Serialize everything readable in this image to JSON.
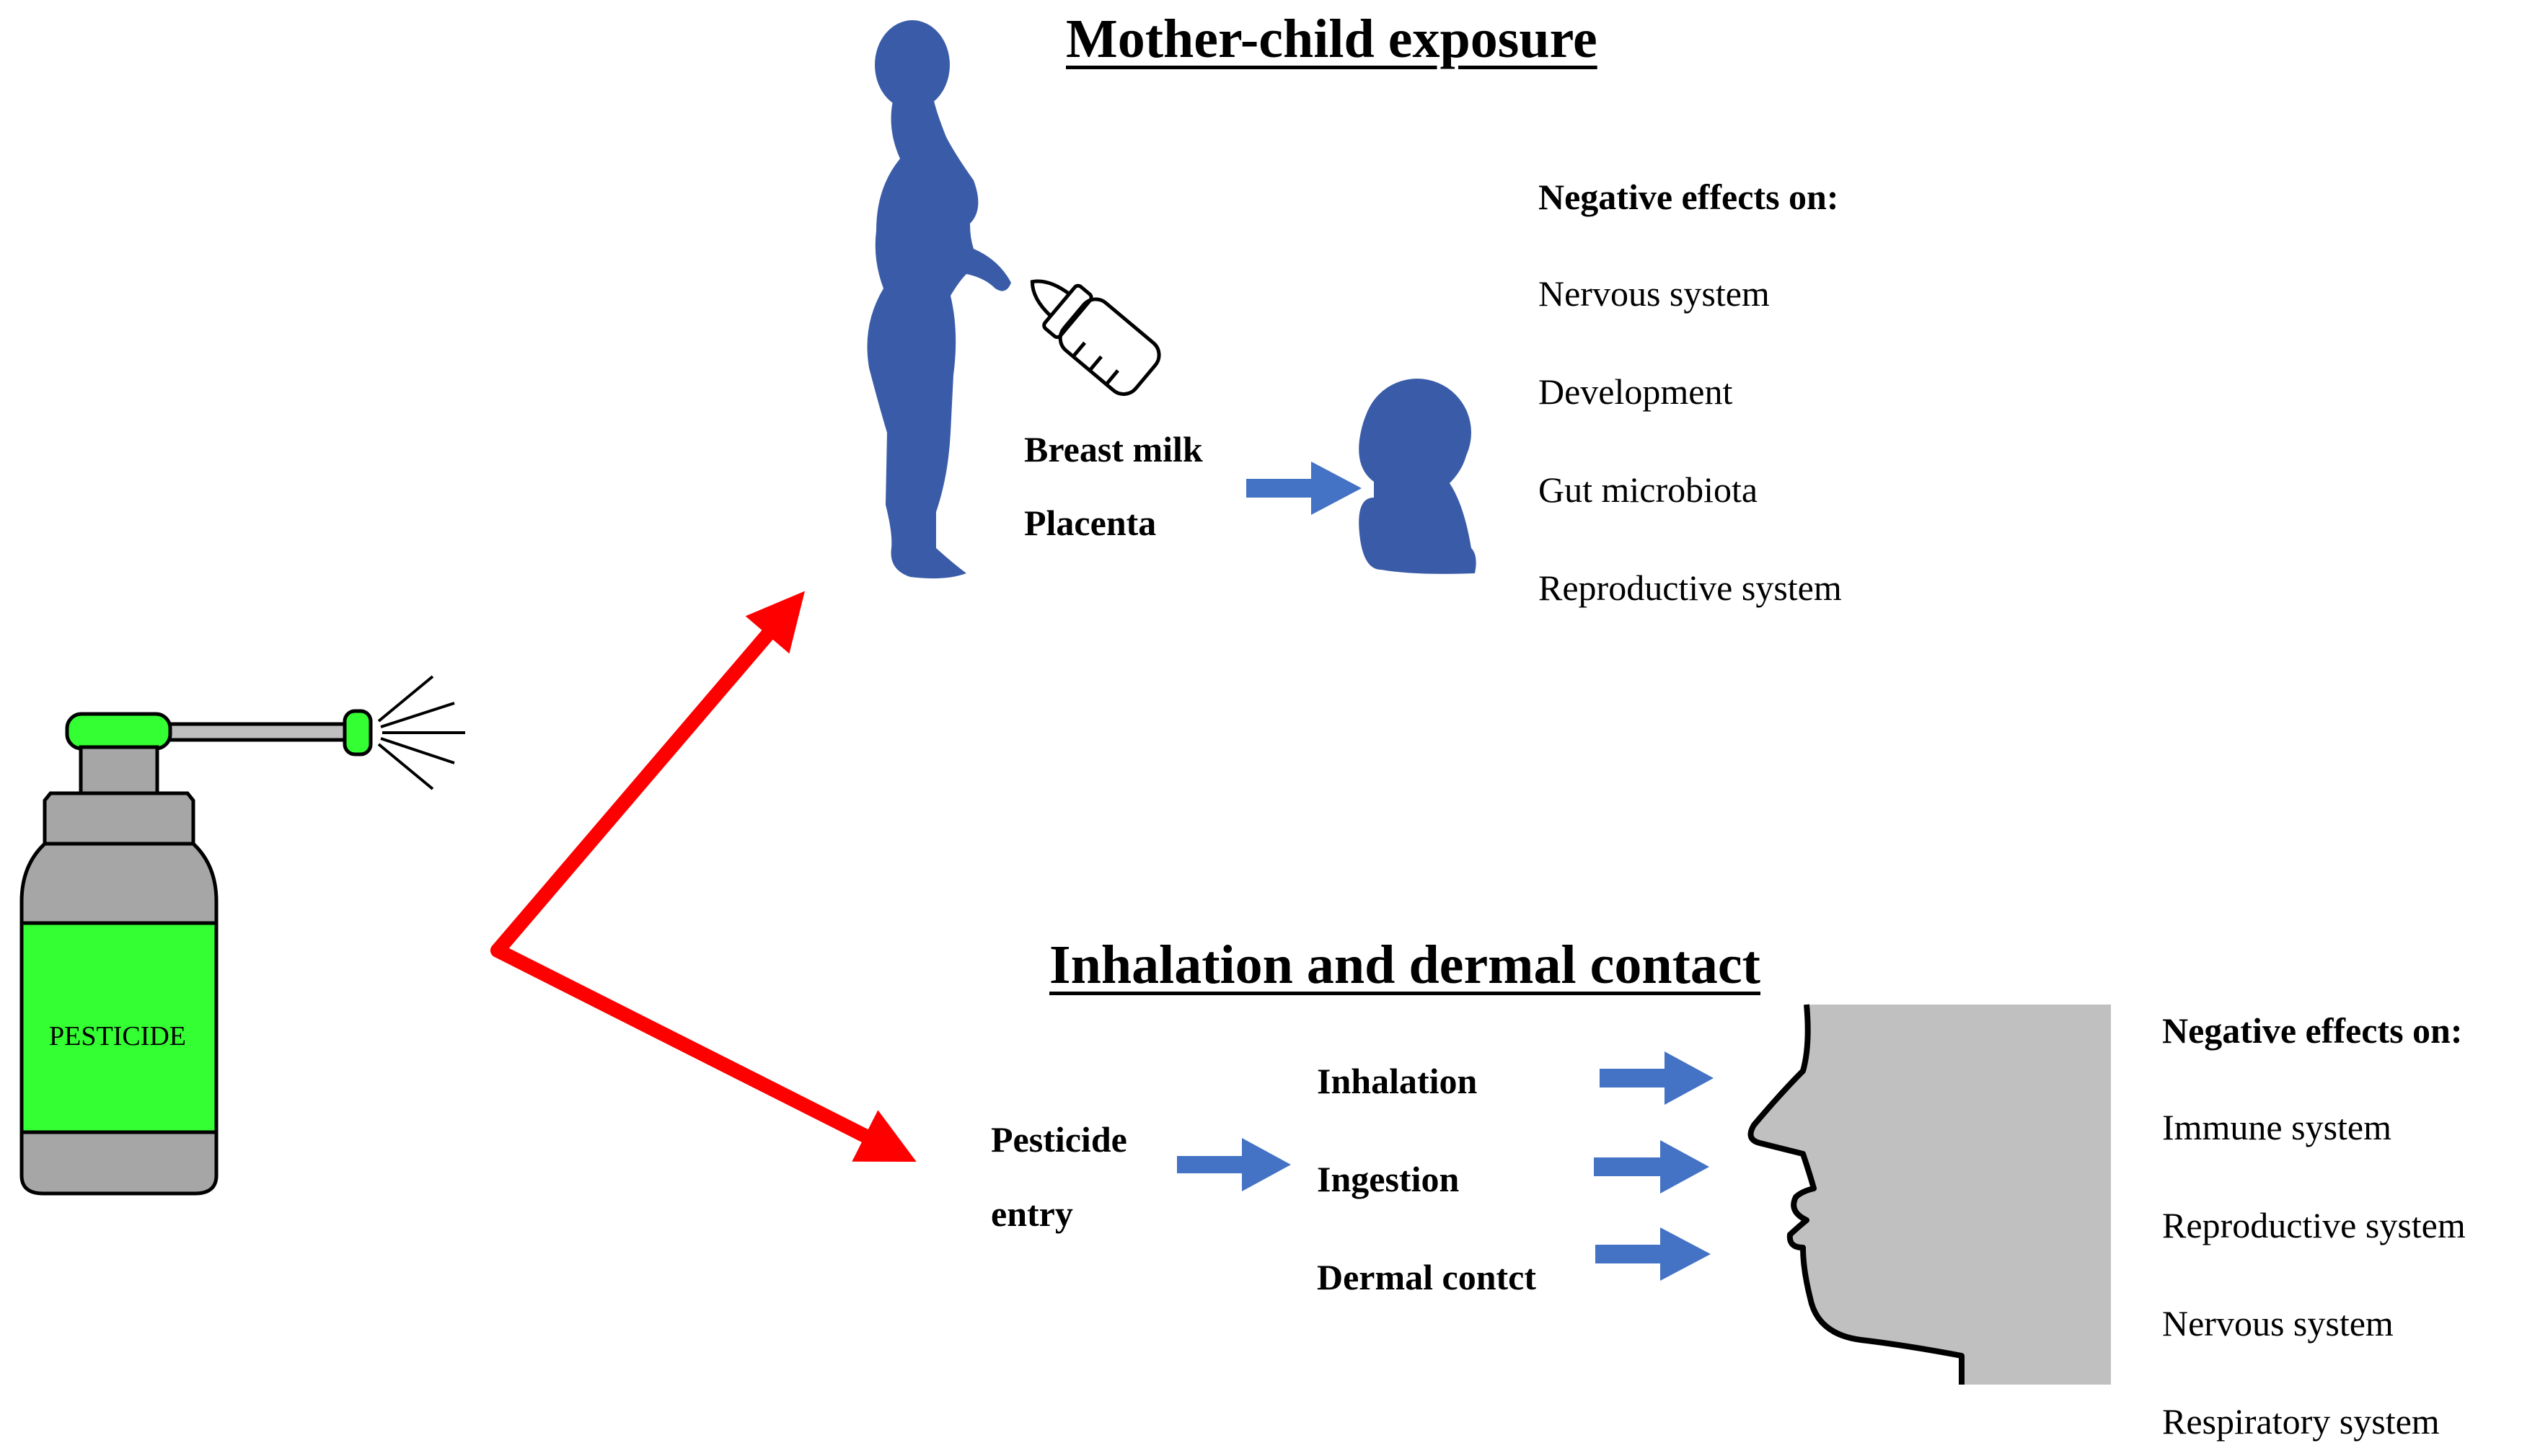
{
  "colors": {
    "silhouette_blue": "#3a5ca8",
    "arrow_blue": "#4472c4",
    "arrow_red": "#ff0000",
    "spray_green": "#33ff33",
    "can_gray": "#a6a6a6",
    "face_gray": "#c0c0c0"
  },
  "icons": [
    "pesticide-spray-can",
    "mother-silhouette",
    "baby-bottle-icon",
    "child-silhouette",
    "human-face-profile"
  ],
  "spray_can": {
    "label": "PESTICIDE"
  },
  "mother_child": {
    "title": "Mother-child exposure",
    "routes": [
      "Breast milk",
      "Placenta"
    ],
    "effects_header": "Negative effects on:",
    "effects": [
      "Nervous system",
      "Development",
      "Gut microbiota",
      "Reproductive  system"
    ]
  },
  "inhalation": {
    "title": "Inhalation and dermal contact",
    "entry_line1": "Pesticide",
    "entry_line2": "entry",
    "routes": [
      "Inhalation",
      "Ingestion",
      "Dermal contct"
    ],
    "effects_header": "Negative effects on:",
    "effects": [
      "Immune system",
      "Reproductive  system",
      "Nervous system",
      "Respiratory  system"
    ]
  }
}
